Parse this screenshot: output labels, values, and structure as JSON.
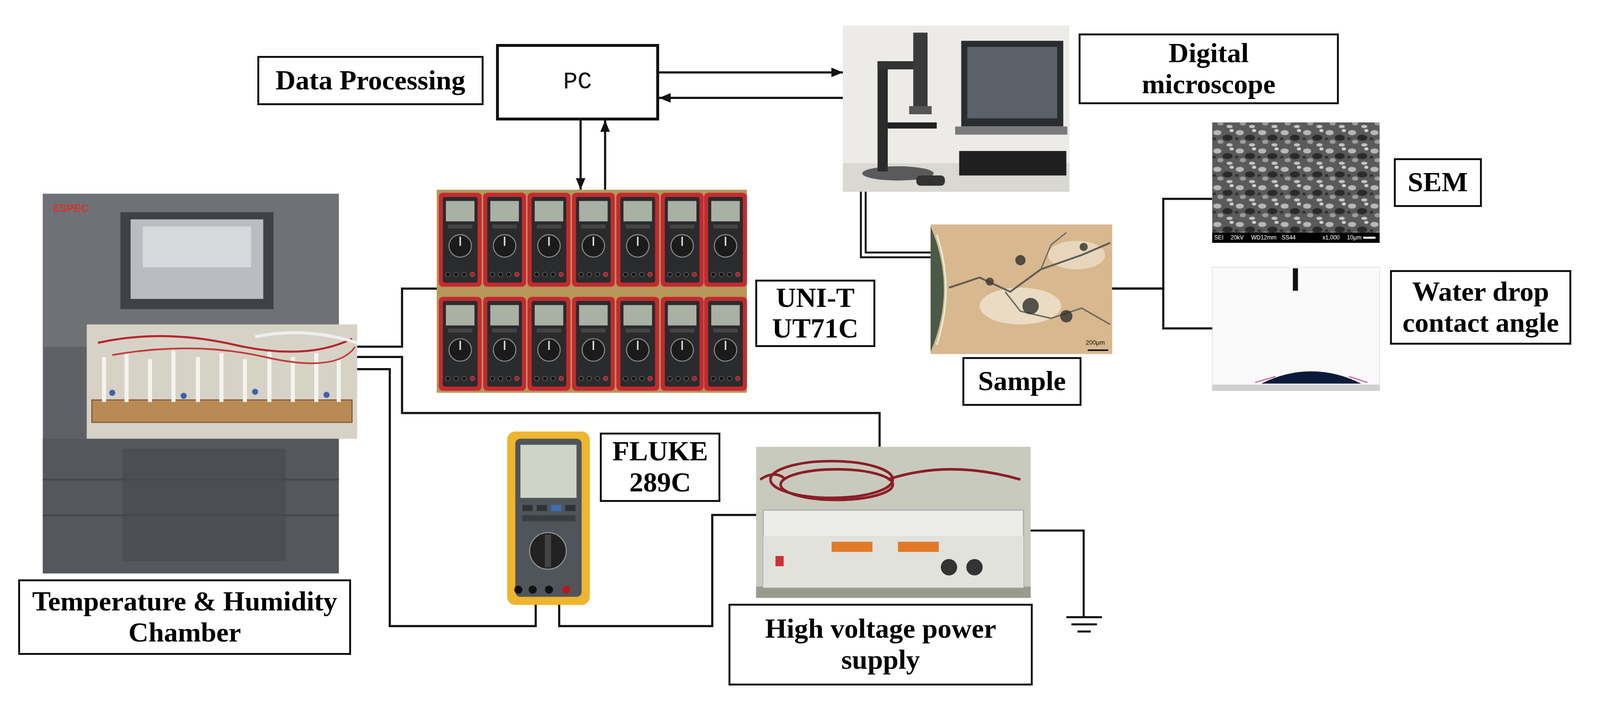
{
  "diagram": {
    "nodes": [
      {
        "text": [
          "Data Processing"
        ]
      },
      {
        "text": [
          "PC"
        ]
      },
      {
        "text": [
          "Digital microscope"
        ]
      },
      {
        "text": [
          "UNI-T UT71C"
        ]
      },
      {
        "text": [
          "Sample"
        ]
      },
      {
        "text": [
          "SEM"
        ]
      },
      {
        "text": [
          "Water drop contact angle"
        ]
      },
      {
        "text": [
          "Temperature & Humidity Chamber"
        ]
      },
      {
        "text": [
          "FLUKE 289C"
        ]
      },
      {
        "text": [
          "High voltage power supply"
        ]
      }
    ],
    "edges": [
      {
        "from": 1,
        "to": 2,
        "arrow": "to"
      },
      {
        "from": 2,
        "to": 1,
        "arrow": "to"
      },
      {
        "from": 1,
        "to": 3,
        "arrow": "to"
      },
      {
        "from": 3,
        "to": 1,
        "arrow": "to"
      },
      {
        "from": 2,
        "to": 4,
        "arrow": "none"
      },
      {
        "from": 4,
        "to": 5,
        "arrow": "none"
      },
      {
        "from": 4,
        "to": 6,
        "arrow": "none"
      },
      {
        "from": 7,
        "to": 3,
        "arrow": "none"
      },
      {
        "from": 7,
        "to": 9,
        "arrow": "none"
      },
      {
        "from": 7,
        "to": 8,
        "arrow": "none"
      },
      {
        "from": 8,
        "to": 9,
        "arrow": "none"
      }
    ],
    "labels": [
      "ESPEC",
      "200μm",
      "SEI",
      "20kV",
      "WD12mm",
      "SS44",
      "x1,000",
      "10μm"
    ]
  }
}
